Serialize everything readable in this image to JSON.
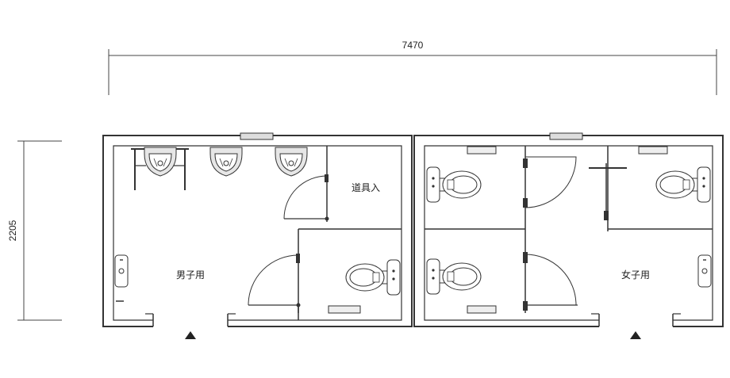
{
  "dimensions": {
    "width": "7470",
    "height": "2205"
  },
  "rooms": {
    "mens": "男子用",
    "storage": "道具入",
    "womens": "女子用"
  },
  "colors": {
    "wall": "#333333",
    "line": "#444444",
    "fixture_fill": "#e8e8e8"
  },
  "symbols": {
    "entrance_marker": "triangle-up"
  }
}
